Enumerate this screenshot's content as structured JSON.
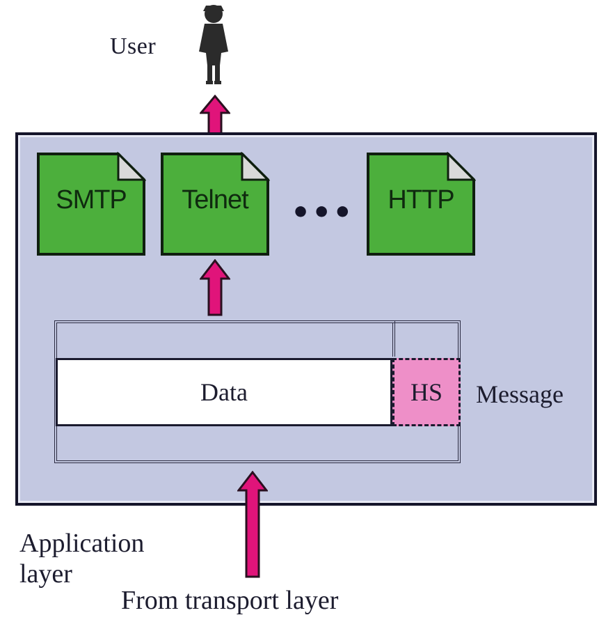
{
  "user": {
    "label": "User",
    "icon": "person-icon"
  },
  "protocols": [
    {
      "label": "SMTP"
    },
    {
      "label": "Telnet"
    },
    {
      "label": "HTTP"
    }
  ],
  "ellipsis": "•••",
  "message": {
    "data_label": "Data",
    "header_label": "HS",
    "label": "Message"
  },
  "layer": {
    "label_line1": "Application",
    "label_line2": "layer"
  },
  "source": {
    "label": "From transport layer"
  },
  "colors": {
    "layer_fill": "#c3c8e1",
    "protocol_fill": "#4caf3c",
    "arrow": "#e0147a",
    "header_fill": "#ee8fc8"
  }
}
